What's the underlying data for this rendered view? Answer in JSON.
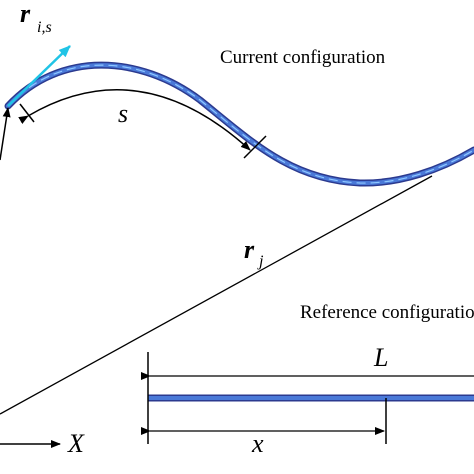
{
  "labels": {
    "tangent_vector": "r",
    "tangent_subscript": "i,s",
    "arc_length": "s",
    "current_config": "Current configuration",
    "position_vector": "r",
    "position_subscript": "j",
    "reference_config": "Reference configuration",
    "length": "L",
    "coordinate": "x",
    "axis": "X"
  },
  "colors": {
    "beam_outer": "#2b3a8f",
    "beam_inner": "#4a79d8",
    "beam_highlight": "#8fc8ff",
    "tangent": "#20c4e6",
    "line": "#000000"
  }
}
